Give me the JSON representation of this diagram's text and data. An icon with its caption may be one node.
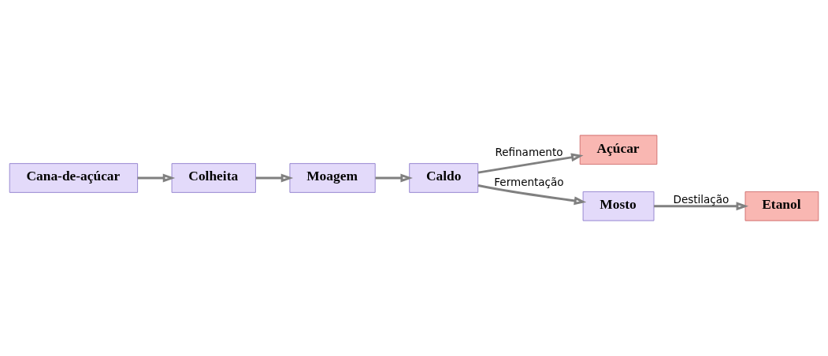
{
  "diagram": {
    "nodes": [
      {
        "text": [
          "Cana-de-açúcar"
        ]
      },
      {
        "text": [
          "Colheita"
        ]
      },
      {
        "text": [
          "Moagem"
        ]
      },
      {
        "text": [
          "Caldo"
        ]
      },
      {
        "text": [
          "Açúcar"
        ]
      },
      {
        "text": [
          "Mosto"
        ]
      },
      {
        "text": [
          "Etanol"
        ]
      }
    ],
    "edges": [
      {
        "from": 0,
        "to": 1,
        "arrow": "to"
      },
      {
        "from": 1,
        "to": 2,
        "arrow": "to"
      },
      {
        "from": 2,
        "to": 3,
        "arrow": "to"
      },
      {
        "from": 3,
        "to": 4,
        "arrow": "to",
        "label": "Refinamento"
      },
      {
        "from": 3,
        "to": 5,
        "arrow": "to",
        "label": "Fermentação"
      },
      {
        "from": 5,
        "to": 6,
        "arrow": "to",
        "label": "Destilação"
      }
    ]
  }
}
